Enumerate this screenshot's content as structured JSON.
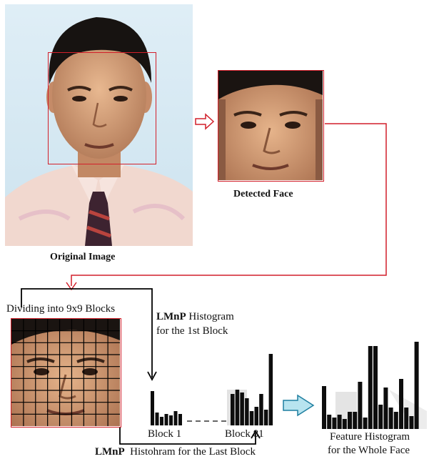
{
  "labels": {
    "original_image": "Original Image",
    "detected_face": "Detected Face",
    "dividing": "Dividing into 9x9 Blocks",
    "hist_first_bold": "LMnP",
    "hist_first_rest": " Histogram",
    "hist_first_line2": "for the 1st Block",
    "block1": "Block 1",
    "block81": "Block 81",
    "hist_last_bold": "LMnP",
    "hist_last_rest": "  Histohram for the Last Block",
    "feature_line1": "Feature Histogram",
    "feature_line2": "for the Whole Face"
  },
  "grid": {
    "rows": 9,
    "cols": 9
  },
  "histograms": {
    "block1": [
      48,
      18,
      12,
      16,
      14,
      20,
      16
    ],
    "block81": [
      44,
      50,
      46,
      38,
      20,
      26,
      44,
      22,
      100
    ],
    "whole_face": [
      60,
      20,
      16,
      20,
      14,
      24,
      24,
      66,
      16,
      116,
      116,
      34,
      58,
      30,
      24,
      70,
      30,
      18,
      122
    ]
  },
  "colors": {
    "red": "#d21f2a",
    "arrow_fill": "#b7e4ef",
    "arrow_stroke": "#1f7fa0",
    "bar": "#0d0d0d"
  }
}
